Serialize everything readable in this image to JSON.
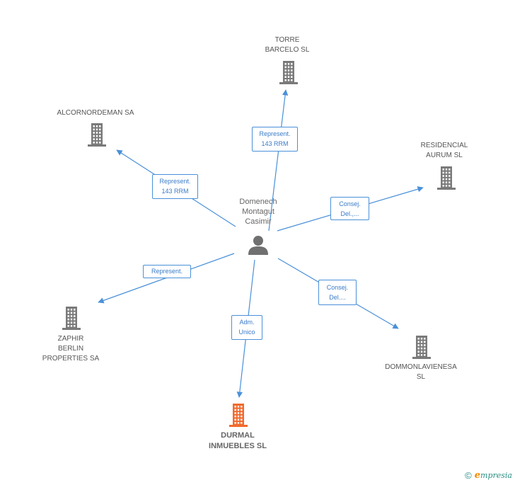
{
  "center": {
    "name": "Domenech\nMontagut\nCasimir",
    "icon": "person-icon"
  },
  "nodes": {
    "torre": {
      "label": "TORRE\nBARCELO SL",
      "icon": "building-icon"
    },
    "alcorno": {
      "label": "ALCORNORDEMAN SA",
      "icon": "building-icon"
    },
    "residencial": {
      "label": "RESIDENCIAL\nAURUM SL",
      "icon": "building-icon"
    },
    "zaphir": {
      "label": "ZAPHIR\nBERLIN\nPROPERTIES SA",
      "icon": "building-icon"
    },
    "dommon": {
      "label": "DOMMONLAVIENESA\nSL",
      "icon": "building-icon"
    },
    "durmal": {
      "label": "DURMAL\nINMUEBLES SL",
      "icon": "building-icon",
      "highlight": true
    }
  },
  "edges": {
    "torre": "Represent.\n143 RRM",
    "alcorno": "Represent.\n143 RRM",
    "residencial": "Consej.\nDel.,...",
    "zaphir": "Represent.",
    "dommon": "Consej.\nDel....",
    "durmal": "Adm.\nUnico"
  },
  "colors": {
    "edge": "#4a90d9",
    "building": "#7a7a7a",
    "building_highlight": "#f26a2e",
    "person": "#707070"
  },
  "footer": {
    "copyright_symbol": "©",
    "brand_first_letter": "e",
    "brand_rest": "mpresia"
  }
}
